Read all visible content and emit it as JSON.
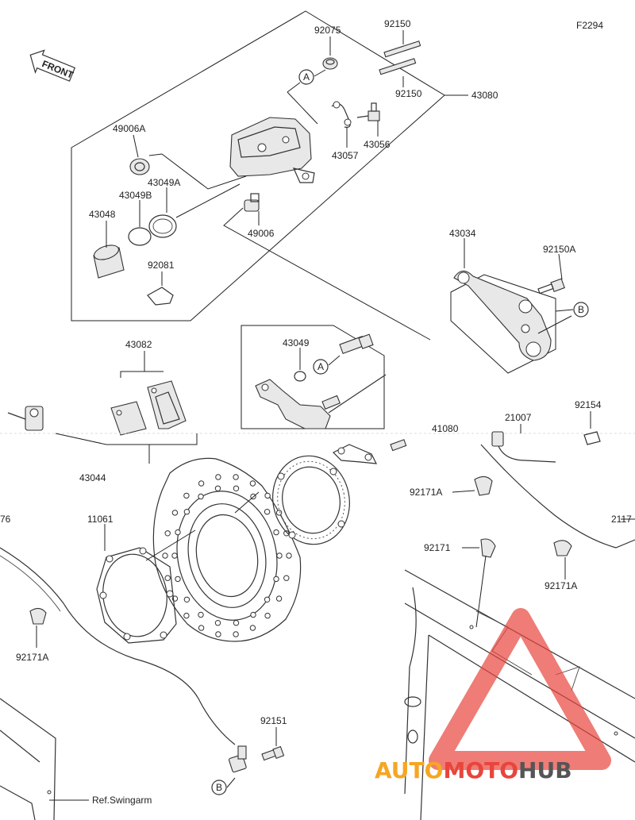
{
  "figure_code": "F2294",
  "front_arrow_label": "FRONT",
  "ref_label": "Ref.Swingarm",
  "callouts": {
    "a": "A",
    "b": "B"
  },
  "labels": {
    "p92075": "92075",
    "p92150_top": "92150",
    "p92150_mid": "92150",
    "p43080": "43080",
    "p49006a": "49006A",
    "p43049a": "43049A",
    "p43049b": "43049B",
    "p43048": "43048",
    "p92081": "92081",
    "p43057": "43057",
    "p43056": "43056",
    "p49006": "49006",
    "p43034": "43034",
    "p92150a": "92150A",
    "p43049": "43049",
    "p43082": "43082",
    "p43044": "43044",
    "p41080": "41080",
    "p21007": "21007",
    "p92154": "92154",
    "p11061": "11061",
    "p92171a_1": "92171A",
    "p92171": "92171",
    "p92171a_2": "92171A",
    "p92171a_3": "92171A",
    "p92151": "92151",
    "p76": "76",
    "p2117": "2117"
  },
  "watermark": {
    "part1": "AUTO",
    "part2": "MOTO",
    "part3": "HUB",
    "color_orange": "#f5a623",
    "color_red": "#e8453c",
    "color_dark": "#555555"
  }
}
